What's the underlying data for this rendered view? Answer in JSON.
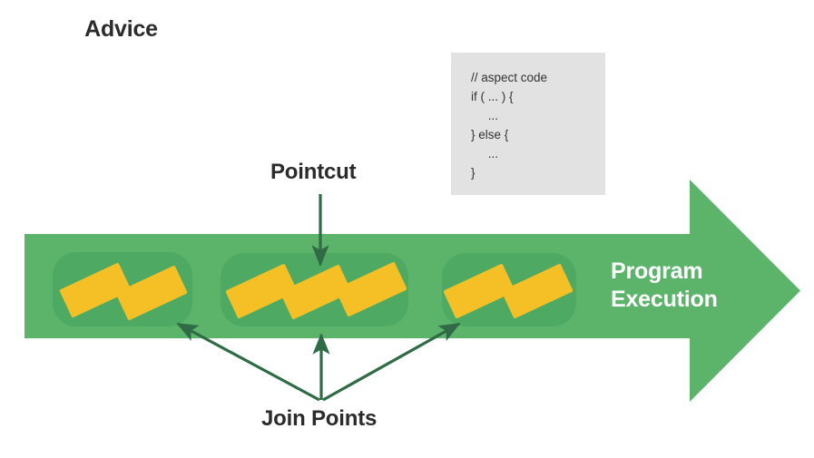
{
  "diagram": {
    "title_advice": "Advice",
    "label_pointcut": "Pointcut",
    "label_join_points": "Join Points",
    "label_program_execution": "Program\nExecution",
    "code_snippet": "// aspect code\nif ( ... ) {\n     ...\n} else {\n     ...\n}",
    "colors": {
      "arrow_green": "#5cb46b",
      "group_green": "#4eaa63",
      "join_point_yellow": "#f5c026",
      "annotation_dark_green": "#2f6b44",
      "code_box_gray": "#e2e2e2",
      "text_dark": "#2b2b2b",
      "text_white": "#ffffff",
      "background": "#ffffff"
    },
    "groups": [
      {
        "name": "group-1",
        "join_point_count": 2
      },
      {
        "name": "group-2",
        "join_point_count": 3
      },
      {
        "name": "group-3",
        "join_point_count": 2
      }
    ],
    "annotations": [
      {
        "name": "pointcut-arrow",
        "from": "Pointcut",
        "to": "group-2"
      },
      {
        "name": "join-points-arrow-left",
        "from": "Join Points",
        "to": "group-1"
      },
      {
        "name": "join-points-arrow-middle",
        "from": "Join Points",
        "to": "group-2"
      },
      {
        "name": "join-points-arrow-right",
        "from": "Join Points",
        "to": "group-3"
      }
    ]
  }
}
